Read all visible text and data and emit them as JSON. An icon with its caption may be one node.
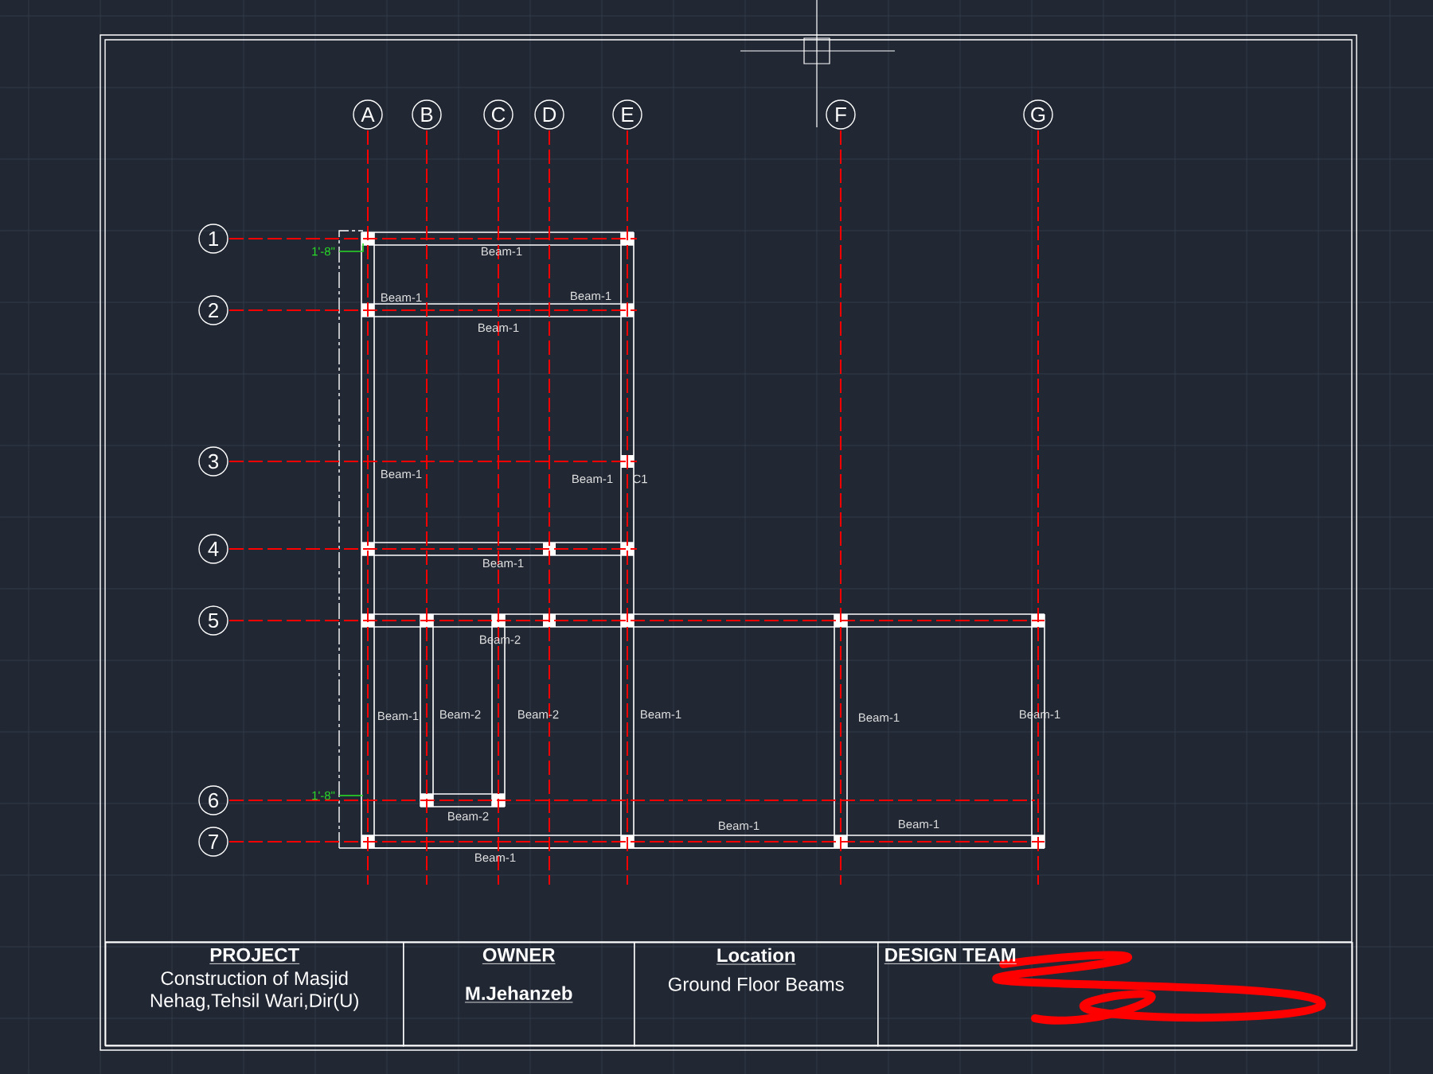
{
  "diagram": {
    "nodes": [
      {
        "text": [
          "A"
        ]
      },
      {
        "text": [
          "B"
        ]
      },
      {
        "text": [
          "C"
        ]
      },
      {
        "text": [
          "D"
        ]
      },
      {
        "text": [
          "E"
        ]
      },
      {
        "text": [
          "F"
        ]
      },
      {
        "text": [
          "G"
        ]
      },
      {
        "text": [
          "1"
        ]
      },
      {
        "text": [
          "2"
        ]
      },
      {
        "text": [
          "3"
        ]
      },
      {
        "text": [
          "4"
        ]
      },
      {
        "text": [
          "5"
        ]
      },
      {
        "text": [
          "6"
        ]
      },
      {
        "text": [
          "7"
        ]
      },
      {
        "text": [
          "PROJECT",
          "Construction of Masjid Nehag,Tehsil Wari,Dir(U)"
        ]
      },
      {
        "text": [
          "OWNER",
          "M.Jehanzeb"
        ]
      },
      {
        "text": [
          "Location",
          "Ground Floor Beams"
        ]
      },
      {
        "text": [
          "DESIGN TEAM"
        ]
      }
    ],
    "labels": [
      "1'-8\"",
      "Beam-1",
      "Beam-1",
      "Beam-1",
      "Beam-1",
      "Beam-1",
      "Beam-1",
      "C1",
      "Beam-1",
      "Beam-2",
      "Beam-1",
      "Beam-2",
      "Beam-2",
      "Beam-1",
      "Beam-1",
      "Beam-1",
      "1'-8\"",
      "Beam-2",
      "Beam-1",
      "Beam-1",
      "Beam-1"
    ]
  }
}
